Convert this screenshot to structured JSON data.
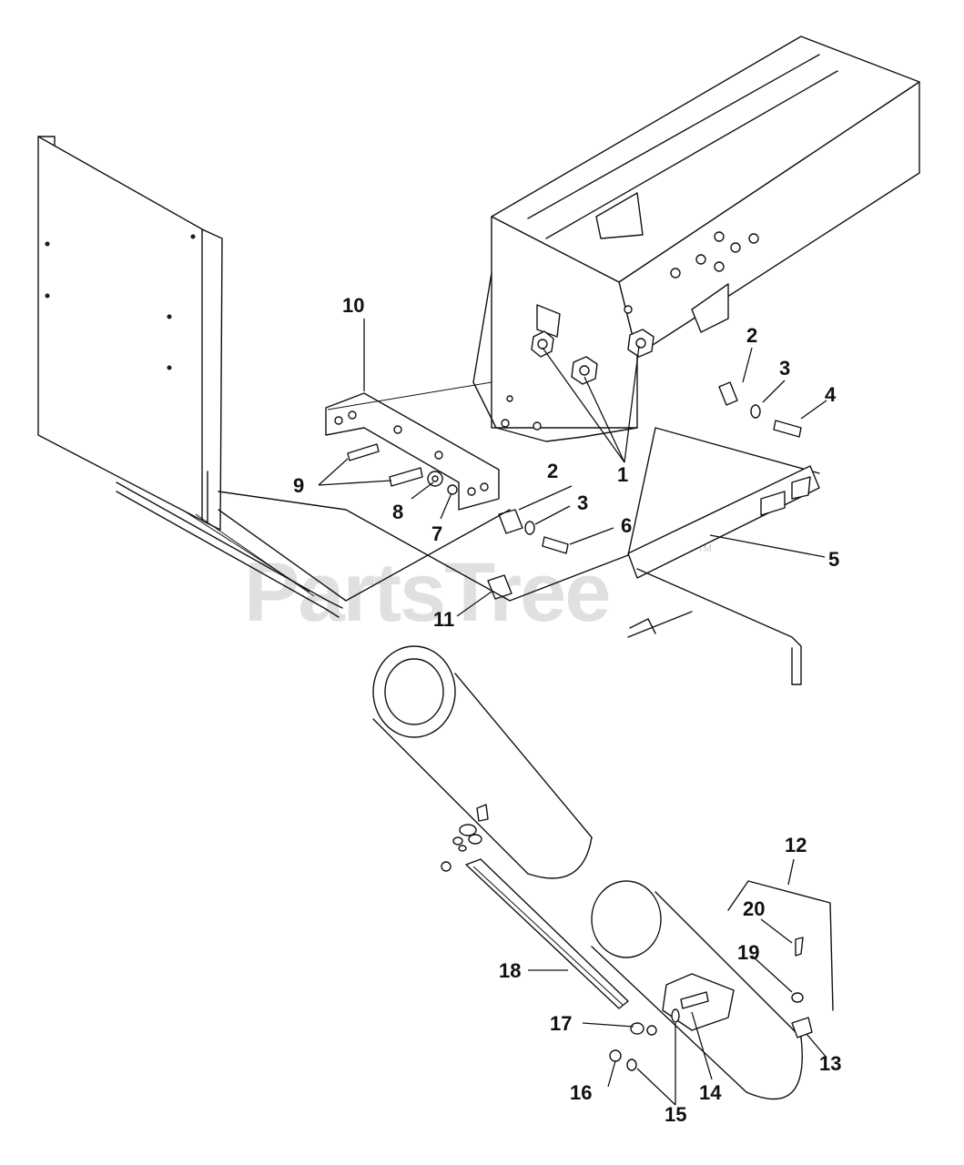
{
  "watermark": {
    "text": "PartsTree",
    "trademark": "TM"
  },
  "callouts": {
    "c1": "1",
    "c2a": "2",
    "c2b": "2",
    "c3a": "3",
    "c3b": "3",
    "c4": "4",
    "c5": "5",
    "c6": "6",
    "c7": "7",
    "c8": "8",
    "c9": "9",
    "c10": "10",
    "c11": "11",
    "c12": "12",
    "c13": "13",
    "c14": "14",
    "c15": "15",
    "c16": "16",
    "c17": "17",
    "c18": "18",
    "c19": "19",
    "c20": "20"
  },
  "colors": {
    "line": "#111111",
    "background": "#ffffff",
    "watermark": "#c8c8c8"
  }
}
